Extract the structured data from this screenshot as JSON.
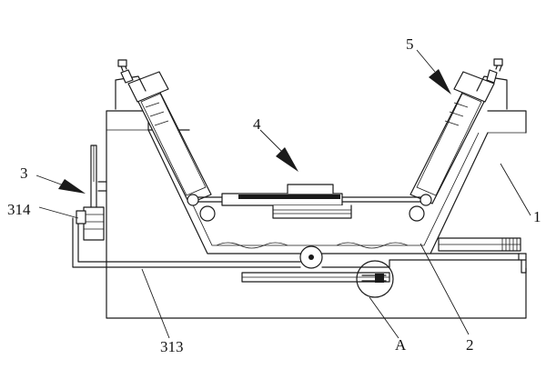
{
  "labels": {
    "l1": "1",
    "l2": "2",
    "l3": "3",
    "l4": "4",
    "l5": "5",
    "l313": "313",
    "l314": "314",
    "lA": "A"
  }
}
